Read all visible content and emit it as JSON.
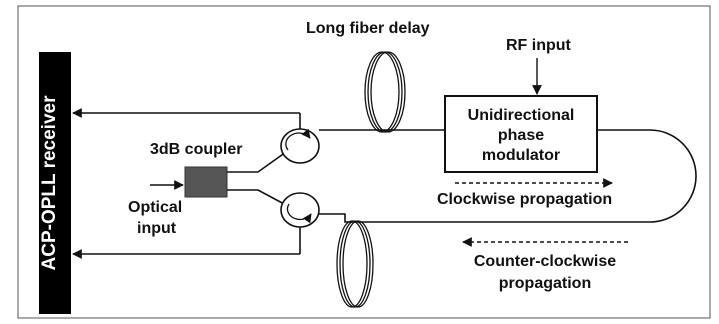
{
  "labels": {
    "receiver": "ACP-OPLL receiver",
    "coupler": "3dB coupler",
    "optical_input_line1": "Optical",
    "optical_input_line2": "input",
    "fiber_delay": "Long fiber delay",
    "rf_input": "RF input",
    "modulator_line1": "Unidirectional",
    "modulator_line2": "phase",
    "modulator_line3": "modulator",
    "clockwise": "Clockwise propagation",
    "ccw_line1": "Counter-clockwise",
    "ccw_line2": "propagation"
  },
  "colors": {
    "receiver_bg": "#000000",
    "receiver_text": "#ffffff",
    "coupler_fill": "#555555",
    "line": "#111111"
  },
  "icons": [
    "circulator-icon",
    "fiber-coil-icon"
  ]
}
